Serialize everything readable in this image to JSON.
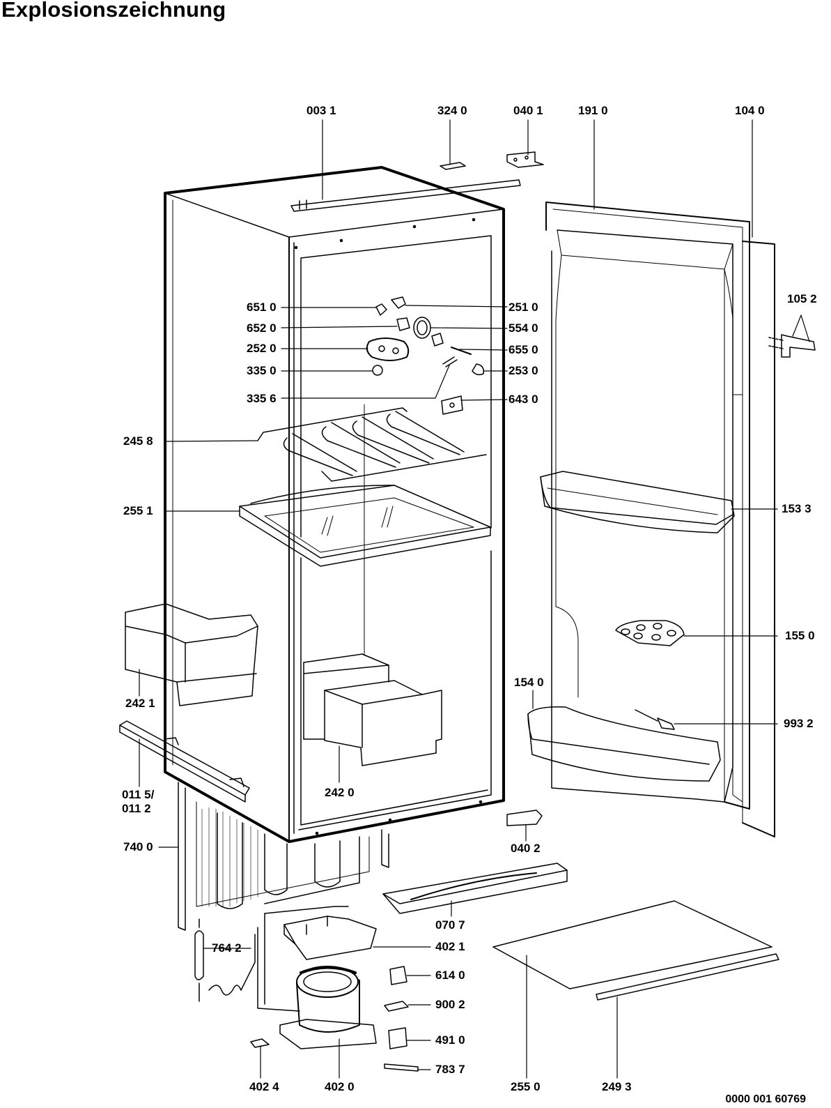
{
  "title": "Explosionszeichnung",
  "document_id": "0000 001 60769",
  "parts": {
    "p0031": "003 1",
    "p3240": "324 0",
    "p0401": "040 1",
    "p1910": "191 0",
    "p1040": "104 0",
    "p6510": "651 0",
    "p6520": "652 0",
    "p2520": "252 0",
    "p3350": "335 0",
    "p3356": "335 6",
    "p2510": "251 0",
    "p5540": "554 0",
    "p6550": "655 0",
    "p2530": "253 0",
    "p6430": "643 0",
    "p1052": "105 2",
    "p2458": "245 8",
    "p2551": "255 1",
    "p1533": "153 3",
    "p1550": "155 0",
    "p2421": "242 1",
    "p1540": "154 0",
    "p9932": "993 2",
    "p2420": "242 0",
    "p0115": "011 5/",
    "p0112": "011 2",
    "p7400": "740 0",
    "p0402": "040 2",
    "p0707": "070 7",
    "p7642": "764 2",
    "p4021": "402 1",
    "p6140": "614 0",
    "p9002": "900 2",
    "p4910": "491 0",
    "p7837": "783 7",
    "p4024": "402 4",
    "p4020": "402 0",
    "p2550": "255 0",
    "p2493": "249 3"
  }
}
